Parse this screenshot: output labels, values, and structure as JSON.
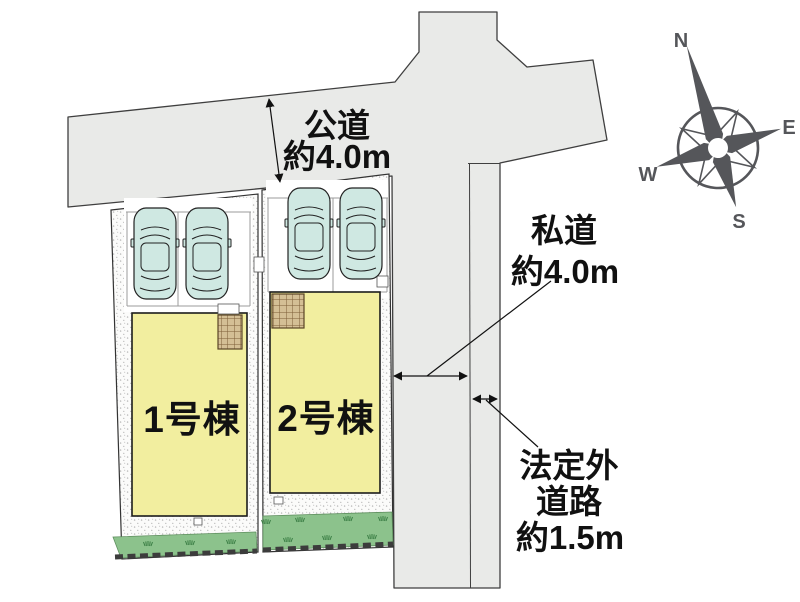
{
  "plan": {
    "type": "site-plan",
    "roads": {
      "public": {
        "label": "公道",
        "width": "約4.0m"
      },
      "private": {
        "label": "私道",
        "width": "約4.0m"
      },
      "nonlegal": {
        "line1": "法定外",
        "line2": "道路",
        "line3": "約1.5m"
      }
    },
    "buildings": [
      {
        "label": "1号棟"
      },
      {
        "label": "2号棟"
      }
    ],
    "compass": {
      "north": "N",
      "east": "E",
      "south": "S",
      "west": "W"
    }
  },
  "colors": {
    "road": "#e9eae8",
    "lot": "#fbfbfa",
    "dot": "#b3b3b3",
    "building": "#f2ee9f",
    "car": "#cfe8e2",
    "grass": "#8cc28c",
    "deck": "#d4bf95",
    "deckline": "#7d5d38",
    "compass": "#55565a",
    "ink": "#111111"
  }
}
